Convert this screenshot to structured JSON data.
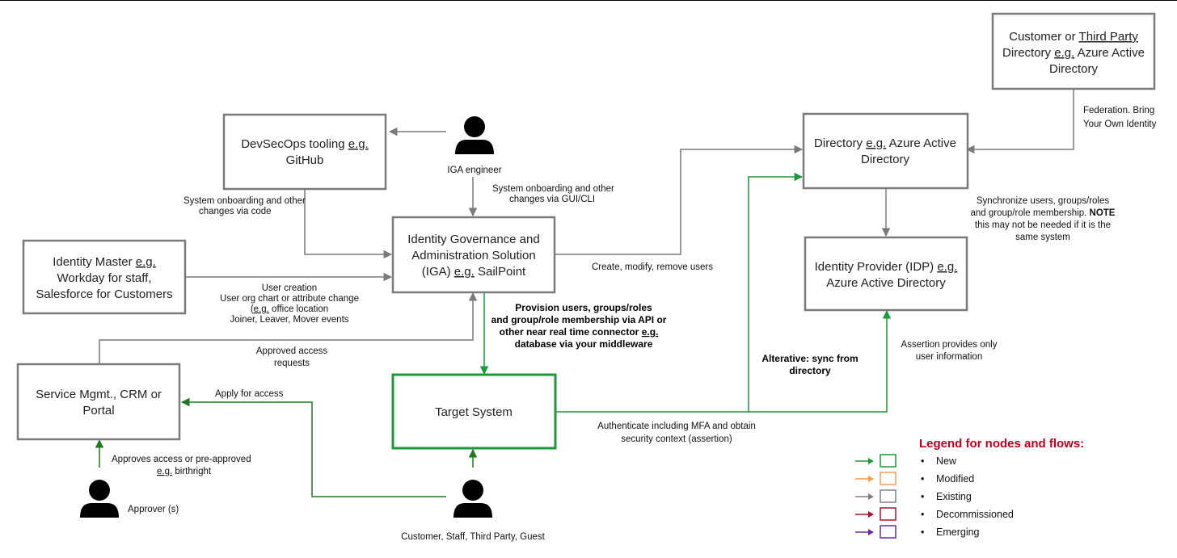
{
  "nodes": {
    "customer_dir": {
      "line1_a": "Customer or ",
      "line1_b": "Third Party",
      "line2_a": "Directory ",
      "line2_b": "e.g.",
      "line2_c": " Azure Active",
      "line3": "Directory"
    },
    "directory": {
      "line1_a": "Directory ",
      "line1_b": "e.g.",
      "line1_c": " Azure Active",
      "line2": "Directory"
    },
    "devsecops": {
      "line1_a": "DevSecOps tooling ",
      "line1_b": "e.g.",
      "line2": "GitHub"
    },
    "iga": {
      "line1": "Identity Governance and",
      "line2": "Administration Solution",
      "line3_a": "(IGA) ",
      "line3_b": "e.g.",
      "line3_c": " SailPoint"
    },
    "idp": {
      "line1_a": "Identity Provider (IDP) ",
      "line1_b": "e.g.",
      "line2": "Azure Active Directory"
    },
    "identity_master": {
      "line1_a": "Identity Master ",
      "line1_b": "e.g.",
      "line2": "Workday for staff,",
      "line3": "Salesforce for Customers"
    },
    "service_mgmt": {
      "line1": "Service Mgmt., CRM or",
      "line2": "Portal"
    },
    "target": {
      "line1": "Target System"
    }
  },
  "people": {
    "iga_engineer": "IGA engineer",
    "approver": "Approver (s)",
    "customer": "Customer, Staff, Third Party, Guest"
  },
  "flows": {
    "federation": [
      "Federation. Bring",
      "Your Own Identity"
    ],
    "sys_onboard_gui": [
      "System onboarding and other",
      "changes via GUI/CLI"
    ],
    "sys_onboard_code": [
      "System onboarding and other",
      "changes via code"
    ],
    "create_modify": "Create, modify, remove users",
    "sync_users": {
      "l1": "Synchronize users, groups/roles",
      "l2a": "and group/role membership. ",
      "l2b": "NOTE",
      "l3": "this may not be needed if it is the",
      "l4": "same system"
    },
    "user_creation": {
      "l1": "User creation",
      "l2": "User org chart or attribute change",
      "l3a": "(",
      "l3b": "e.g.",
      "l3c": " office location",
      "l4": "Joiner, Leaver, Mover events"
    },
    "provision": {
      "l1": "Provision users, groups/roles",
      "l2": "and group/role membership via API or",
      "l3a": "other near real time connector ",
      "l3b": "e.g.",
      "l4": "database via your middleware"
    },
    "approved_requests": [
      "Approved access",
      "requests"
    ],
    "apply_access": "Apply for access",
    "alternative": [
      "Alterative: sync from",
      "directory"
    ],
    "assertion": [
      "Assertion provides only",
      "user information"
    ],
    "authenticate": [
      "Authenticate including MFA and obtain",
      "security context (assertion)"
    ],
    "approves": {
      "l1": "Approves access or pre-approved",
      "l2a": "e.g.",
      "l2b": " birthright"
    }
  },
  "legend": {
    "title": "Legend for nodes and flows:",
    "items": [
      {
        "label": "New",
        "color": "#1a9a3a"
      },
      {
        "label": "Modified",
        "color": "#f0a050"
      },
      {
        "label": "Existing",
        "color": "#808080"
      },
      {
        "label": "Decommissioned",
        "color": "#b01030"
      },
      {
        "label": "Emerging",
        "color": "#6a2aa0"
      }
    ]
  },
  "colors": {
    "existing": "#808080",
    "new": "#1a9a3a",
    "dark_green": "#1e7a1e"
  }
}
